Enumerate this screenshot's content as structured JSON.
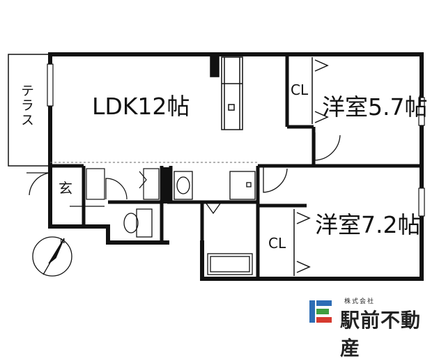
{
  "rooms": {
    "ldk": "LDK12帖",
    "western1": "洋室5.7帖",
    "western2": "洋室7.2帖",
    "closet1": "CL",
    "closet2": "CL",
    "entrance": "玄",
    "terrace": "テラス"
  },
  "compass": {
    "north": "N"
  },
  "brand": {
    "company_type": "株式会社",
    "name": "駅前不動産",
    "colors": {
      "blue": "#2d6db5",
      "green": "#3f9e3f",
      "red": "#d63a2f"
    }
  }
}
